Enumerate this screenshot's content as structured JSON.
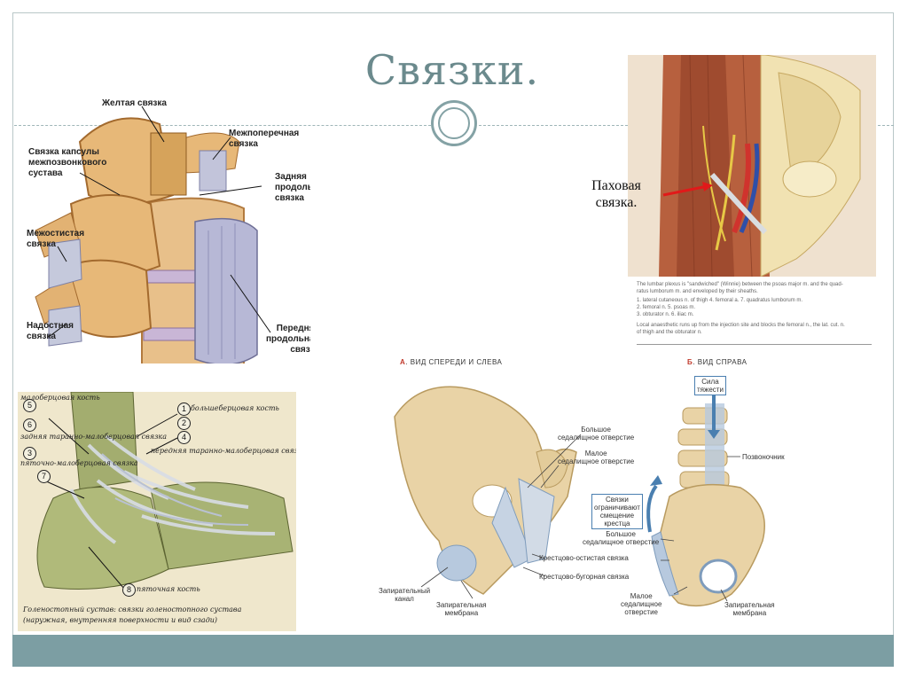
{
  "slide": {
    "title": "Связки.",
    "colors": {
      "accent": "#7c9ea3",
      "title": "#6b8a8d",
      "bone": "#e9d3a6",
      "ligament": "#b7c4d6"
    }
  },
  "spine_figure": {
    "labels": {
      "yellow": "Желтая связка",
      "intertransverse": "Межпоперечная\nсвязка",
      "capsule": "Связка капсулы\nмежпозвонкового\nсустава",
      "posterior_long": "Задняя\nпродольная\nсвязка",
      "interspinous": "Межостистая\nсвязка",
      "supraspinous": "Надостная\nсвязка",
      "anterior_long": "Передняя\nпродольная\nсвязка"
    }
  },
  "inguinal_figure": {
    "label": "Паховая\nсвязка.",
    "caption_lines": [
      "The lumbar plexus is \"sandwiched\" (Winnie) between the psoas major m. and the quad-",
      "ratus lumborum m. and enveloped by their sheaths.",
      "1. lateral cutaneous n. of thigh      4. femoral a.         7. quadratus lumborum m.",
      "2. femoral n.                          5. psoas m.",
      "3. obturator n.                       6. iliac m.",
      "Local anaesthetic runs up from the injection site and blocks the femoral n., the lat. cut. n.",
      "of thigh and the obturator n."
    ]
  },
  "ankle_figure": {
    "labels": {
      "n1": "1",
      "l1": "большеберцовая кость",
      "n2": "2",
      "l2": "",
      "n3": "3",
      "l3": "",
      "n4": "4",
      "l4": "передняя таранно-малоберцовая связка",
      "n5": "5",
      "l5": "малоберцовая кость",
      "l6": "задняя таранно-малоберцовая связка",
      "l7": "пяточно-малоберцовая связка",
      "n7": "7",
      "n8": "8",
      "l8": "пяточная кость"
    },
    "caption": "Голеностопный сустав: связки голеностопного сустава\n(наружная, внутренняя поверхности и вид сзади)"
  },
  "pelvis_figure": {
    "heading_a_letter": "А",
    "heading_a": ". ВИД СПЕРЕДИ И СЛЕВА",
    "heading_b_letter": "Б",
    "heading_b": ". ВИД СПРАВА",
    "labels": {
      "greater_foramen": "Большое\nседалищное отверстие",
      "lesser_foramen": "Малое\nседалищное отверстие",
      "sacrospinous": "Крестцово-остистая связка",
      "sacrotuberous": "Крестцово-бугорная связка",
      "obturator_canal": "Запирательный\nканал",
      "obturator_membrane": "Запирательная\nмембрана",
      "gravity": "Сила\nтяжести",
      "spine": "Позвоночник",
      "sacrum_box": "Связки\nограничивают\nсмещение\nкрестца",
      "greater_foramen_b": "Большое\nседалищное отверстие",
      "lesser_foramen_b": "Малое\nседалищное\nотверстие",
      "obturator_membrane_b": "Запирательная\nмембрана"
    }
  }
}
